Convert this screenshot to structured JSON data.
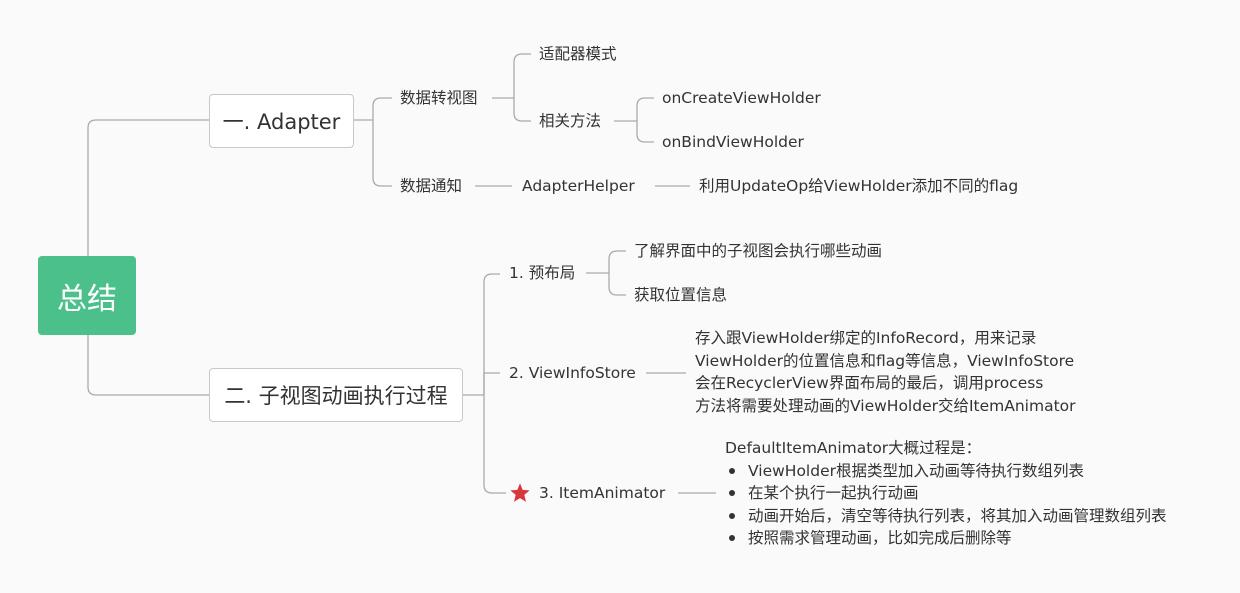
{
  "root": {
    "label": "总结"
  },
  "branches": [
    {
      "label": "一. Adapter",
      "children": [
        {
          "label": "数据转视图",
          "children": [
            {
              "label": "适配器模式"
            },
            {
              "label": "相关方法",
              "children": [
                "onCreateViewHolder",
                "onBindViewHolder"
              ]
            }
          ]
        },
        {
          "label": "数据通知",
          "chain": [
            "AdapterHelper",
            "利用UpdateOp给ViewHolder添加不同的flag"
          ]
        }
      ]
    },
    {
      "label": "二. 子视图动画执行过程",
      "children": [
        {
          "label": "1. 预布局",
          "children": [
            "了解界面中的子视图会执行哪些动画",
            "获取位置信息"
          ]
        },
        {
          "label": "2. ViewInfoStore",
          "note": [
            "存入跟ViewHolder绑定的InfoRecord，用来记录",
            "ViewHolder的位置信息和flag等信息，ViewInfoStore",
            "会在RecyclerView界面布局的最后，调用process",
            "方法将需要处理动画的ViewHolder交给ItemAnimator"
          ]
        },
        {
          "label": "3. ItemAnimator",
          "icon": "star-icon",
          "note_title": "DefaultItemAnimator大概过程是：",
          "bullets": [
            "ViewHolder根据类型加入动画等待执行数组列表",
            "在某个执行一起执行动画",
            "动画开始后，清空等待执行列表，将其加入动画管理数组列表",
            "按照需求管理动画，比如完成后删除等"
          ]
        }
      ]
    }
  ],
  "colors": {
    "root": "#4cc08b",
    "line": "#aaaaaa",
    "star": "#d9363e"
  }
}
